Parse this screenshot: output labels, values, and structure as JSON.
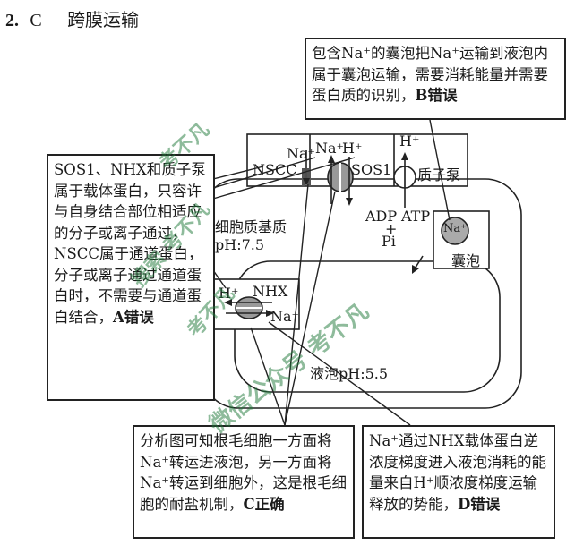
{
  "header": {
    "number": "2.",
    "answer": "C",
    "topic": "跨膜运输"
  },
  "diagram": {
    "nscc": "NSCC",
    "na_top": "Na⁺",
    "sos1_na": "Na⁺",
    "sos1_h": "H⁺",
    "sos1": "SOS1",
    "h_top": "H⁺",
    "proton_pump": "质子泵",
    "cytoplasm_matrix": "细胞质基质",
    "cytoplasm_ph": "pH:7.5",
    "adp": "ADP",
    "atp": "ATP",
    "plus": "+",
    "pi": "Pi",
    "vesicle_na": "Na⁺",
    "vesicle": "囊泡",
    "nhx_h": "H⁺",
    "nhx": "NHX",
    "nhx_na": "Na⁺",
    "vacuole": "液泡pH:5.5"
  },
  "notes": {
    "a_text": "SOS1、NHX和质子泵属于载体蛋白，只容许与自身结合部位相适应的分子或离子通过，NSCC属于通道蛋白，分子或离子通过通道蛋白时，不需要与通道蛋白结合，",
    "a_verdict": "A错误",
    "b_text": "包含Na⁺的囊泡把Na⁺运输到液泡内属于囊泡运输，需要消耗能量并需要蛋白质的识别，",
    "b_verdict": "B错误",
    "c_text": "分析图可知根毛细胞一方面将Na⁺转运进液泡，另一方面将Na⁺转运到细胞外，这是根毛细胞的耐盐机制，",
    "c_verdict": "C正确",
    "d_text": "Na⁺通过NHX载体蛋白逆浓度梯度进入液泡消耗的能量来自H⁺顺浓度梯度运输释放的势能，",
    "d_verdict": "D错误"
  },
  "watermarks": {
    "w1": "考不凡",
    "w2": "搜索 考不凡",
    "w3": "考不凡",
    "w4": "微信公众号 考不凡"
  }
}
